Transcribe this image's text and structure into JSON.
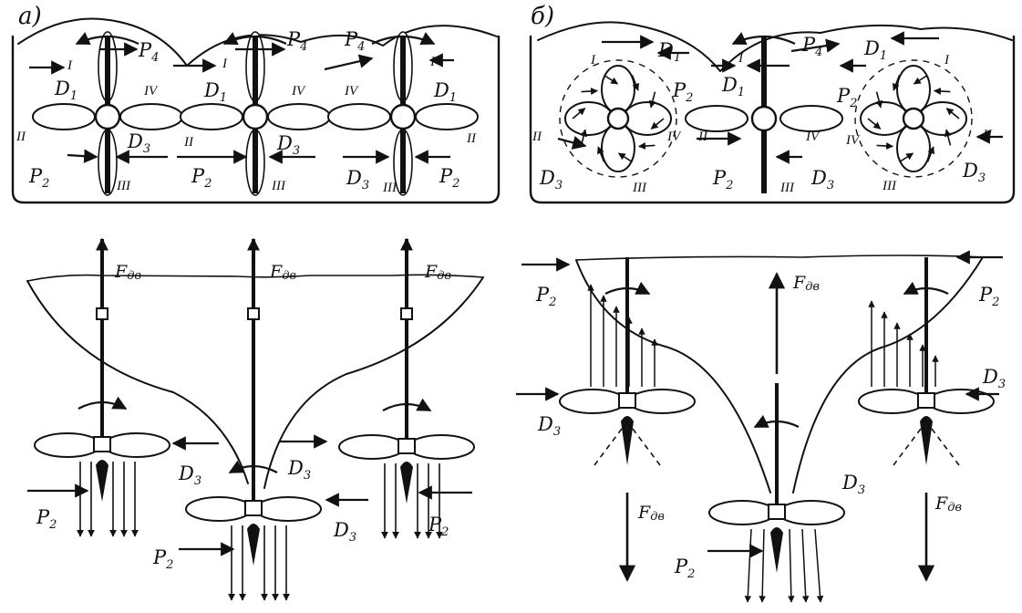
{
  "panels": {
    "a": "а)",
    "b": "б)"
  },
  "labels": {
    "P": "P",
    "D": "D",
    "sub1": "1",
    "sub2": "2",
    "sub3": "3",
    "sub4": "4",
    "I": "I",
    "II": "II",
    "III": "III",
    "IV": "IV",
    "F": "F",
    "Fsub": "дв"
  },
  "icons": {
    "propeller": "propeller-icon",
    "arrow": "arrow-icon",
    "rotation": "rotation-arrow-icon"
  }
}
